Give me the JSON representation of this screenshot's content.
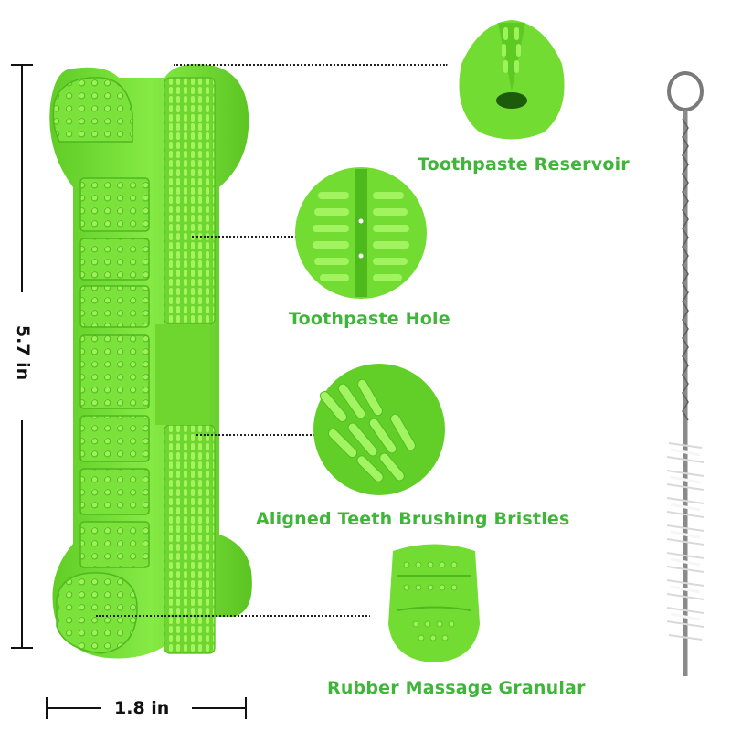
{
  "dimensions": {
    "height_label": "5.7 in",
    "width_label": "1.8 in"
  },
  "callouts": [
    {
      "label": "Toothpaste Reservoir"
    },
    {
      "label": "Toothpaste Hole"
    },
    {
      "label": "Aligned Teeth Brushing Bristles"
    },
    {
      "label": "Rubber Massage Granular"
    }
  ],
  "colors": {
    "product_green": "#7ae23a",
    "product_green_dark": "#52c121",
    "label_green": "#3fb53a",
    "brush_wire": "#8a8a8a",
    "brush_bristle": "#f2f2f2"
  }
}
